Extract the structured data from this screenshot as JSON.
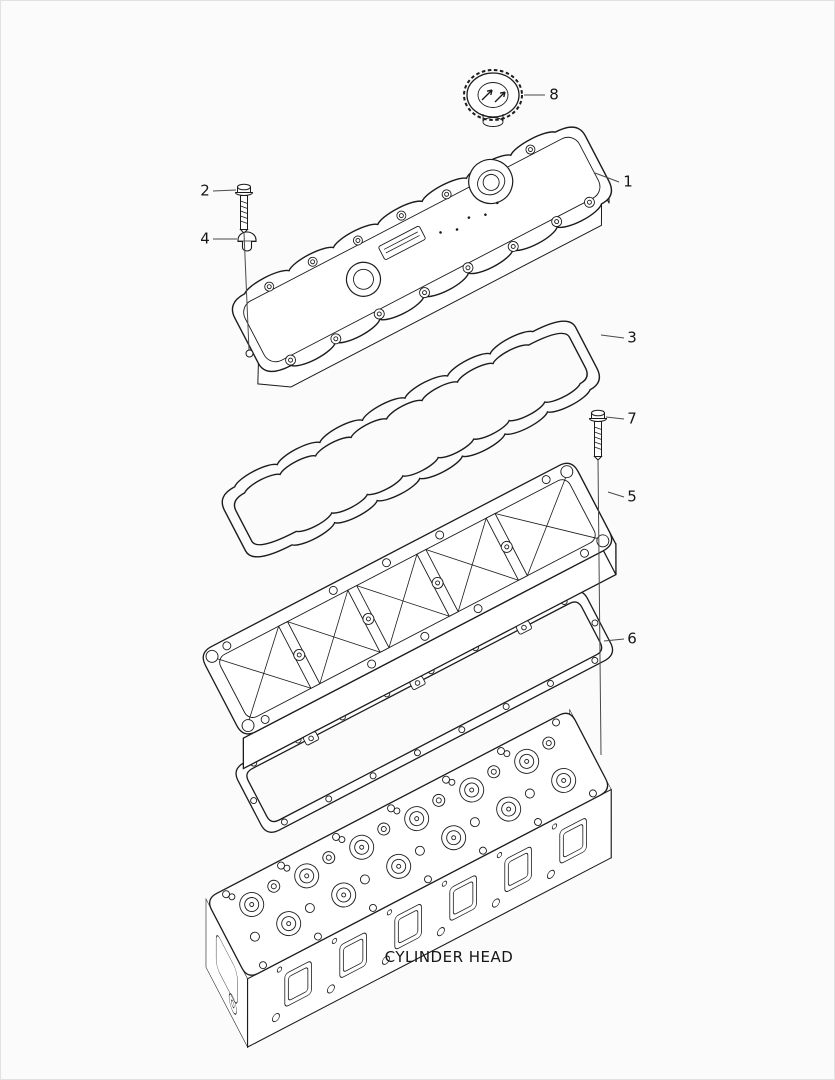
{
  "page": {
    "background": "#fbfbfb",
    "ink": "#1c1c1c",
    "leader_color": "#4a4a4a"
  },
  "diagram": {
    "caption": "CYLINDER HEAD",
    "callouts": [
      {
        "label": "1"
      },
      {
        "label": "2"
      },
      {
        "label": "3"
      },
      {
        "label": "4"
      },
      {
        "label": "5"
      },
      {
        "label": "6"
      },
      {
        "label": "7"
      },
      {
        "label": "8"
      }
    ]
  }
}
